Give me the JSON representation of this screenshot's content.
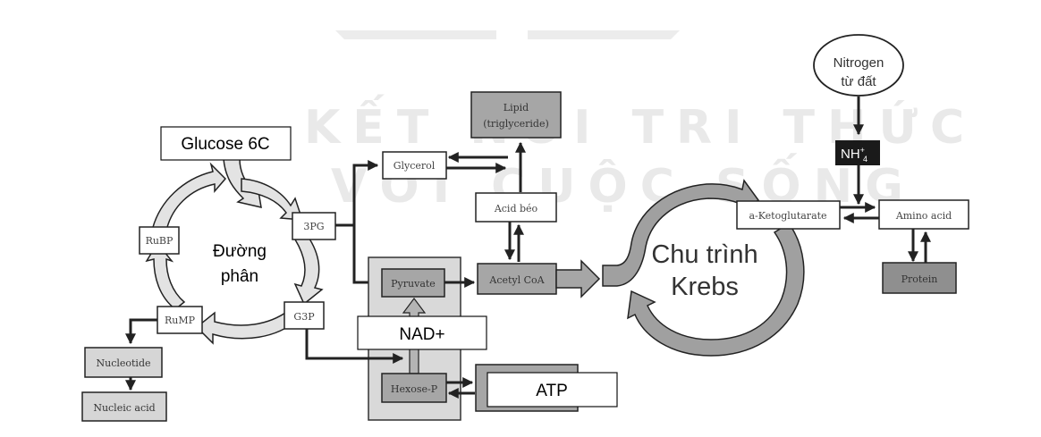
{
  "watermark": {
    "line1": "KẾT NỐI TRI THỨC",
    "line2": "VỚI CUỘC SỐNG"
  },
  "glycolysis": {
    "input_label": "Glucose 6C",
    "cycle_label_line1": "Đường",
    "cycle_label_line2": "phân",
    "nodes": {
      "pg3": "3PG",
      "g3p": "G3P",
      "rump": "RuMP",
      "rubp": "RuBP"
    }
  },
  "nucleotide_branch": {
    "nucleotide": "Nucleotide",
    "nucleic_acid": "Nucleic acid"
  },
  "lipid_branch": {
    "glycerol": "Glycerol",
    "lipid_line1": "Lipid",
    "lipid_line2": "(triglyceride)",
    "fatty_acid": "Acid béo"
  },
  "central": {
    "pyruvate": "Pyruvate",
    "acetyl_coa": "Acetyl CoA",
    "nad_label": "NAD+",
    "hexose_p": "Hexose-P",
    "atp_label": "ATP"
  },
  "krebs": {
    "label_line1": "Chu trình",
    "label_line2": "Krebs"
  },
  "nitrogen_branch": {
    "source_line1": "Nitrogen",
    "source_line2": "từ đất",
    "ammonium": "NH",
    "ammonium_sup": "+",
    "ammonium_sub": "4",
    "a_ketoglutarate": "a-Ketoglutarate",
    "amino_acid": "Amino acid",
    "protein": "Protein"
  },
  "colors": {
    "cycle_fill_light": "#e3e3e3",
    "cycle_fill_dark": "#a0a0a0",
    "box_gray_medium": "#a6a6a6",
    "box_gray_light": "#d6d6d6",
    "box_gray_dark": "#8f8f8f",
    "nh4_fill": "#1a1a1a",
    "stroke": "#222222"
  }
}
